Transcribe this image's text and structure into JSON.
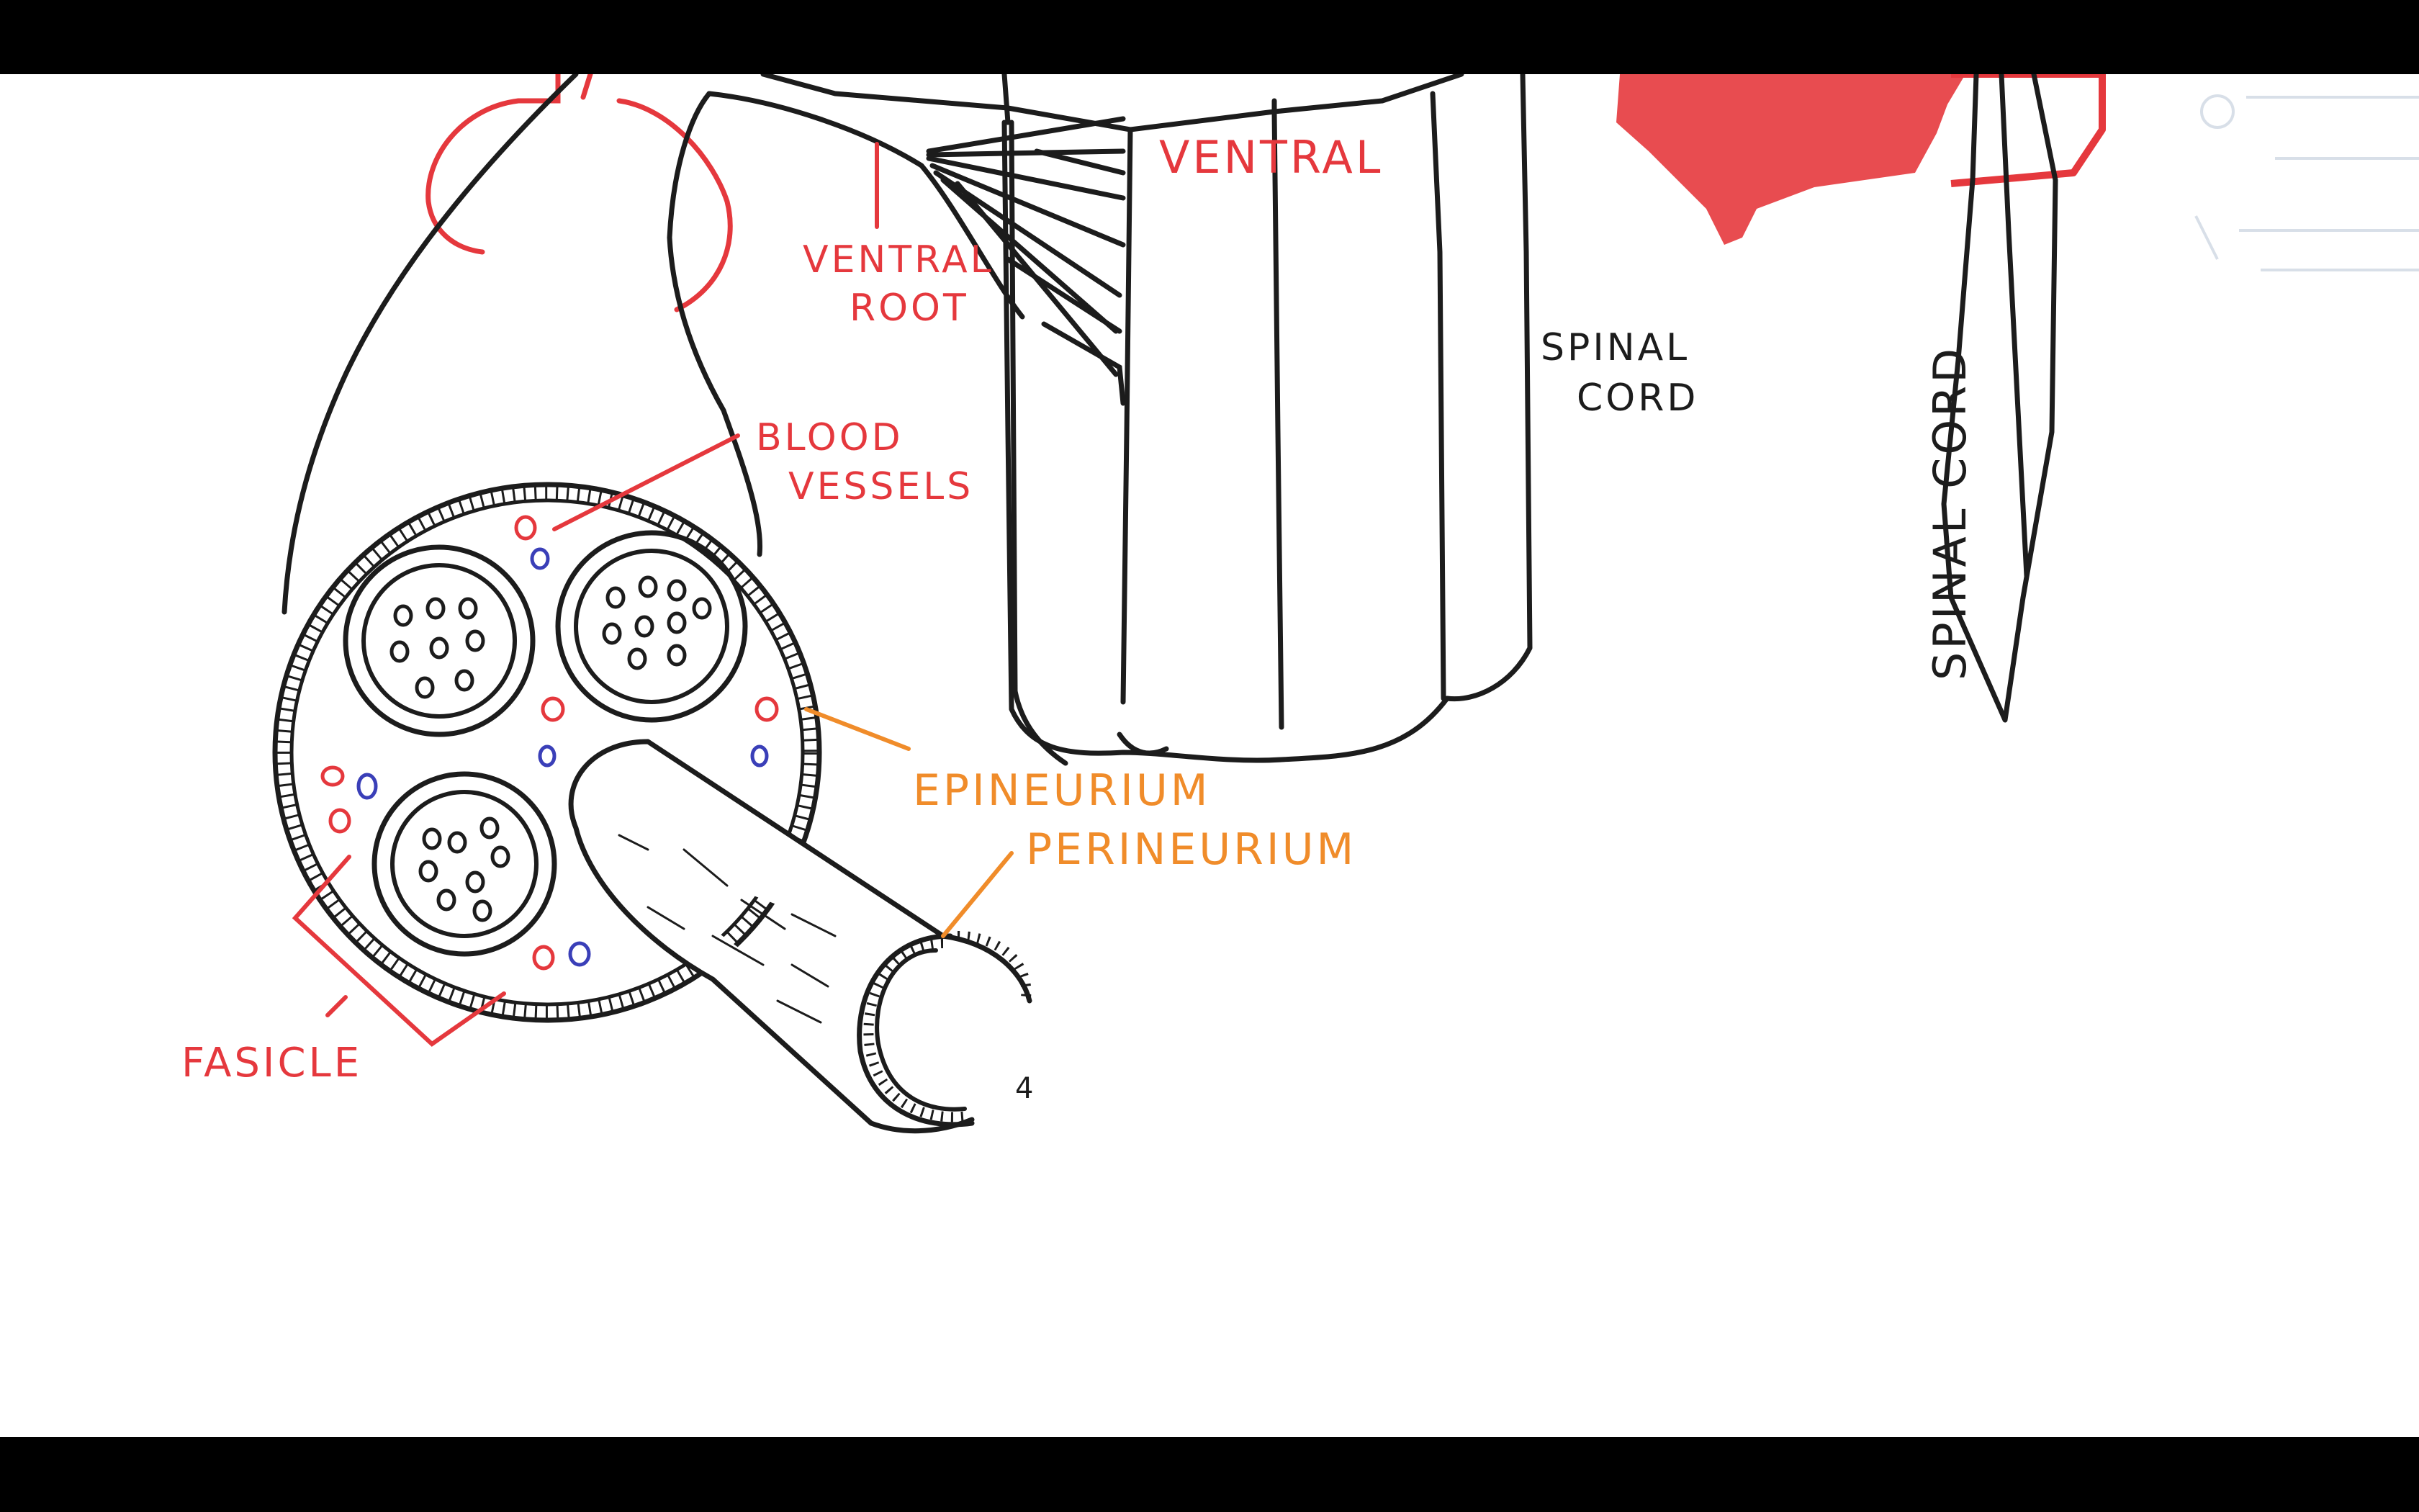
{
  "diagram": {
    "labels": {
      "ventral": "VENTRAL",
      "ventral_root_line1": "VENTRAL",
      "ventral_root_line2": "ROOT",
      "spinal_cord_line1": "SPINAL",
      "spinal_cord_line2": "CORD",
      "spinal_cord_vertical": "SPINAL CORD",
      "blood_vessels_line1": "BLOOD",
      "blood_vessels_line2": "VESSELS",
      "epineurium": "EPINEURIUM",
      "perineurium": "PERINEURIUM",
      "fascicle": "FASICLE",
      "small_mark": "4"
    },
    "colors": {
      "ink": "#1c1c1c",
      "red": "#e5383d",
      "orange": "#f08c2a",
      "blue": "#3a3fb8",
      "faint": "#d8dfe8"
    }
  }
}
